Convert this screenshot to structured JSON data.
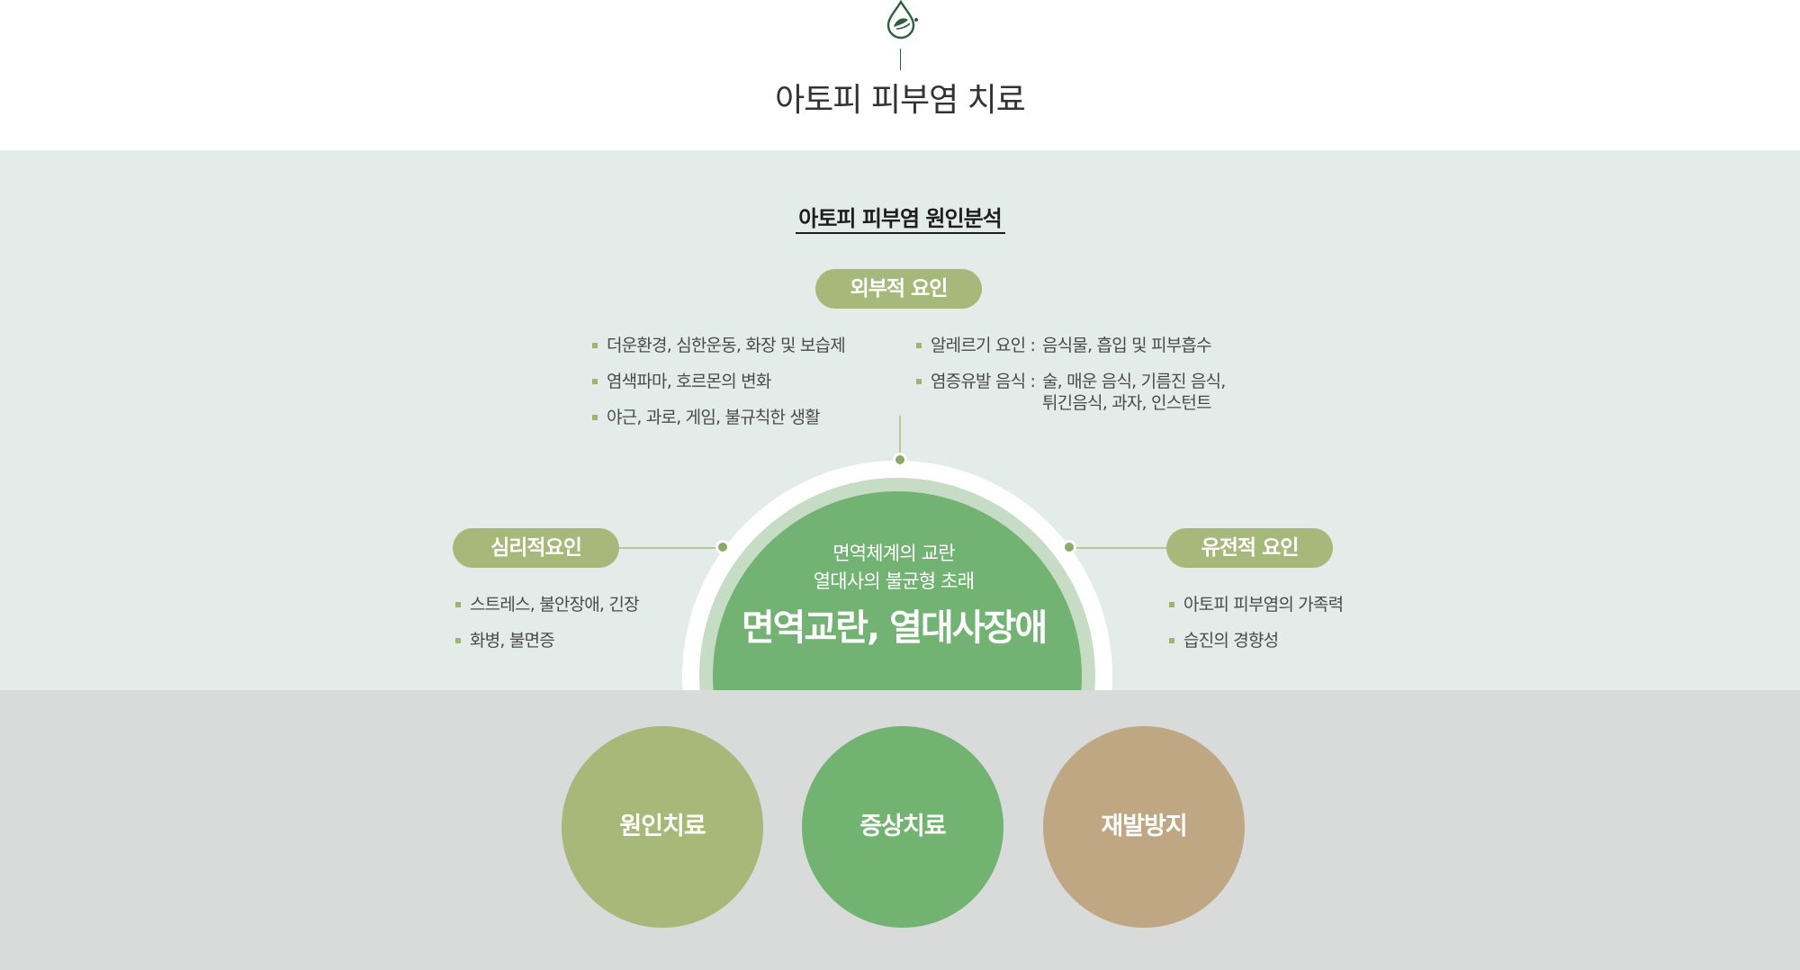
{
  "header": {
    "title": "아토피 피부염 치료"
  },
  "analysis": {
    "title": "아토피 피부염 원인분석",
    "external": {
      "label": "외부적 요인",
      "left_items": [
        "더운환경, 심한운동, 화장 및 보습제",
        "염색파마, 호르몬의 변화",
        "야근, 과로, 게임, 불규칙한 생활"
      ],
      "right_items": [
        {
          "key": "알레르기 요인 :",
          "value": "음식물, 흡입 및 피부흡수",
          "value_cont": ""
        },
        {
          "key": "염증유발 음식 :",
          "value": "술, 매운 음식, 기름진 음식,",
          "value_cont": "튀긴음식, 과자, 인스턴트"
        }
      ]
    },
    "psychological": {
      "label": "심리적요인",
      "items": [
        "스트레스, 불안장애, 긴장",
        "화병, 불면증"
      ]
    },
    "genetic": {
      "label": "유전적 요인",
      "items": [
        "아토피 피부염의 가족력",
        "습진의 경향성"
      ]
    },
    "center": {
      "line1": "면역체계의 교란",
      "line2": "열대사의 불균형 초래",
      "line3": "면역교란, 열대사장애"
    }
  },
  "treatment": {
    "items": [
      {
        "label": "원인치료",
        "color": "#a8b878"
      },
      {
        "label": "증상치료",
        "color": "#72b372"
      },
      {
        "label": "재발방지",
        "color": "#c0a784"
      }
    ]
  },
  "colors": {
    "analysis_band": "#e4ecea",
    "treatment_band": "#d9dada",
    "pill": "#a6b87a",
    "center_fill": "#72b373",
    "center_ring": "#c6dcc4",
    "connector": "#b9c79a",
    "logo": "#2f5f3c"
  },
  "icons": {
    "logo": "water-drop-leaf-icon"
  }
}
